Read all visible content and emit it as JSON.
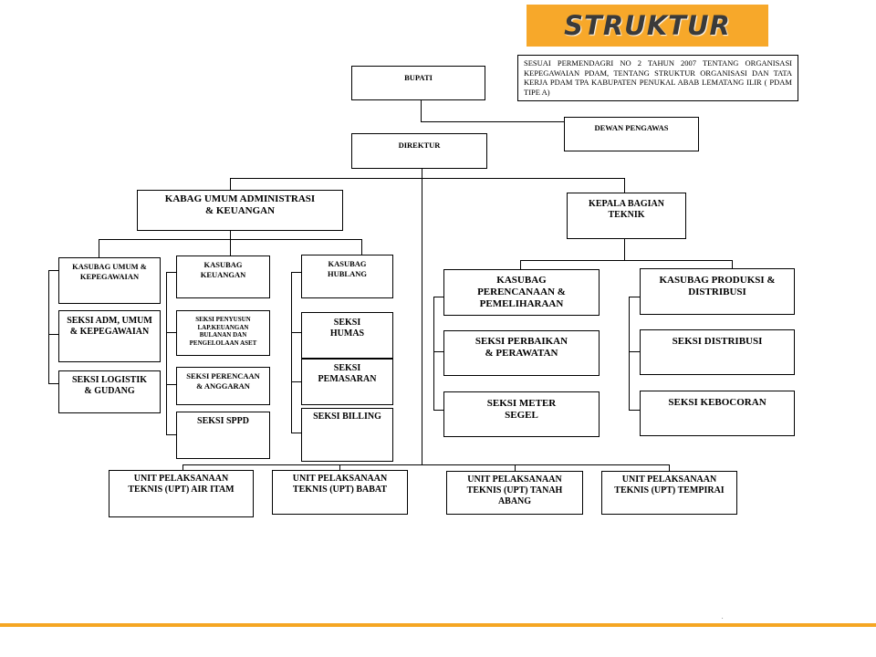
{
  "title": "STRUKTUR",
  "note": "SESUAI PERMENDAGRI NO 2 TAHUN 2007 TENTANG ORGANISASI KEPEGAWAIAN PDAM, TENTANG STRUKTUR ORGANISASI DAN TATA KERJA PDAM TPA KABUPATEN PENUKAL ABAB LEMATANG ILIR ( PDAM TIPE A)",
  "nodes": {
    "bupati": "BUPATI",
    "dewan": "DEWAN PENGAWAS",
    "direktur": "DIREKTUR",
    "kabag_umum": "KABAG UMUM ADMINISTRASI & KEUANGAN",
    "kepala_teknik": "KEPALA BAGIAN TEKNIK",
    "kasubag_umum": "KASUBAG UMUM & KEPEGAWAIAN",
    "seksi_adm": "SEKSI ADM, UMUM & KEPEGAWAIAN",
    "seksi_logistik": "SEKSI LOGISTIK & GUDANG",
    "kasubag_keuangan": "KASUBAG KEUANGAN",
    "seksi_penyusun": "SEKSI PENYUSUN LAP.KEUANGAN BULANAN DAN PENGELOLAAN ASET",
    "seksi_perencanaan_anggaran": "SEKSI PERENCAAN & ANGGARAN",
    "seksi_sppd": "SEKSI SPPD",
    "kasubag_hublang": "KASUBAG HUBLANG",
    "seksi_humas": "SEKSI HUMAS",
    "seksi_pemasaran": "SEKSI PEMASARAN",
    "seksi_billing": "SEKSI BILLING",
    "kasubag_perencanaan": "KASUBAG PERENCANAAN & PEMELIHARAAN",
    "seksi_perbaikan": "SEKSI PERBAIKAN & PERAWATAN",
    "seksi_meter": "SEKSI METER SEGEL",
    "kasubag_produksi": "KASUBAG PRODUKSI & DISTRIBUSI",
    "seksi_distribusi": "SEKSI DISTRIBUSI",
    "seksi_kebocoran": "SEKSI KEBOCORAN",
    "upt_air_itam": "UNIT PELAKSANAAN TEKNIS (UPT) AIR ITAM",
    "upt_babat": "UNIT PELAKSANAAN TEKNIS (UPT) BABAT",
    "upt_tanah_abang": "UNIT PELAKSANAAN TEKNIS (UPT) TANAH ABANG",
    "upt_tempirai": "UNIT PELAKSANAAN TEKNIS (UPT) TEMPIRAI"
  },
  "footer_mark": "."
}
